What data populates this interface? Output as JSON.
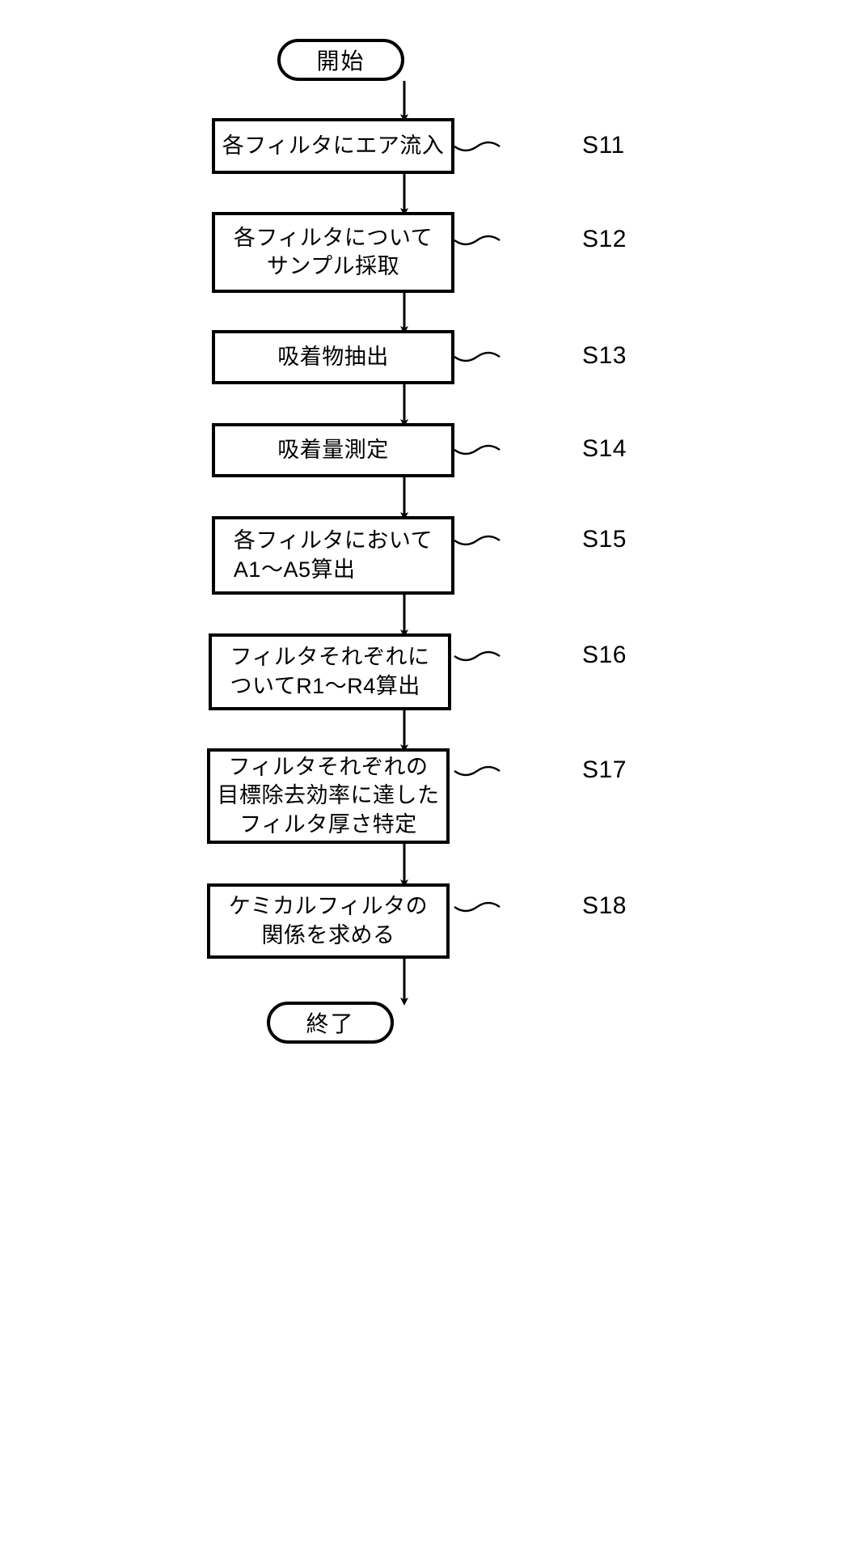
{
  "diagram": {
    "type": "flowchart",
    "orientation": "vertical",
    "language": "ja",
    "line_color": "#000000",
    "background_color": "#ffffff"
  },
  "start_node": {
    "label": "開始",
    "shape": "stadium"
  },
  "end_node": {
    "label": "終了",
    "shape": "stadium"
  },
  "steps": [
    {
      "id": "S11",
      "step_label": "S11",
      "lines": [
        "各フィルタにエア流入"
      ],
      "text": "各フィルタにエア流入",
      "align": "center"
    },
    {
      "id": "S12",
      "step_label": "S12",
      "lines": [
        "各フィルタについて",
        "サンプル採取"
      ],
      "text": "各フィルタについて\nサンプル採取",
      "align": "center"
    },
    {
      "id": "S13",
      "step_label": "S13",
      "lines": [
        "吸着物抽出"
      ],
      "text": "吸着物抽出",
      "align": "center"
    },
    {
      "id": "S14",
      "step_label": "S14",
      "lines": [
        "吸着量測定"
      ],
      "text": "吸着量測定",
      "align": "center"
    },
    {
      "id": "S15",
      "step_label": "S15",
      "lines": [
        "各フィルタにおいて",
        "A1〜A5算出"
      ],
      "text": "各フィルタにおいて\nA1〜A5算出",
      "align": "left"
    },
    {
      "id": "S16",
      "step_label": "S16",
      "lines": [
        "フィルタそれぞれに",
        "ついてR1〜R4算出"
      ],
      "text": "フィルタそれぞれに\nついてR1〜R4算出",
      "align": "left"
    },
    {
      "id": "S17",
      "step_label": "S17",
      "lines": [
        "フィルタそれぞれの",
        "目標除去効率に達した",
        "フィルタ厚さ特定"
      ],
      "text": "フィルタそれぞれの\n目標除去効率に達した\nフィルタ厚さ特定",
      "align": "center"
    },
    {
      "id": "S18",
      "step_label": "S18",
      "lines": [
        "ケミカルフィルタの",
        "関係を求める"
      ],
      "text": "ケミカルフィルタの\n関係を求める",
      "align": "center"
    }
  ]
}
